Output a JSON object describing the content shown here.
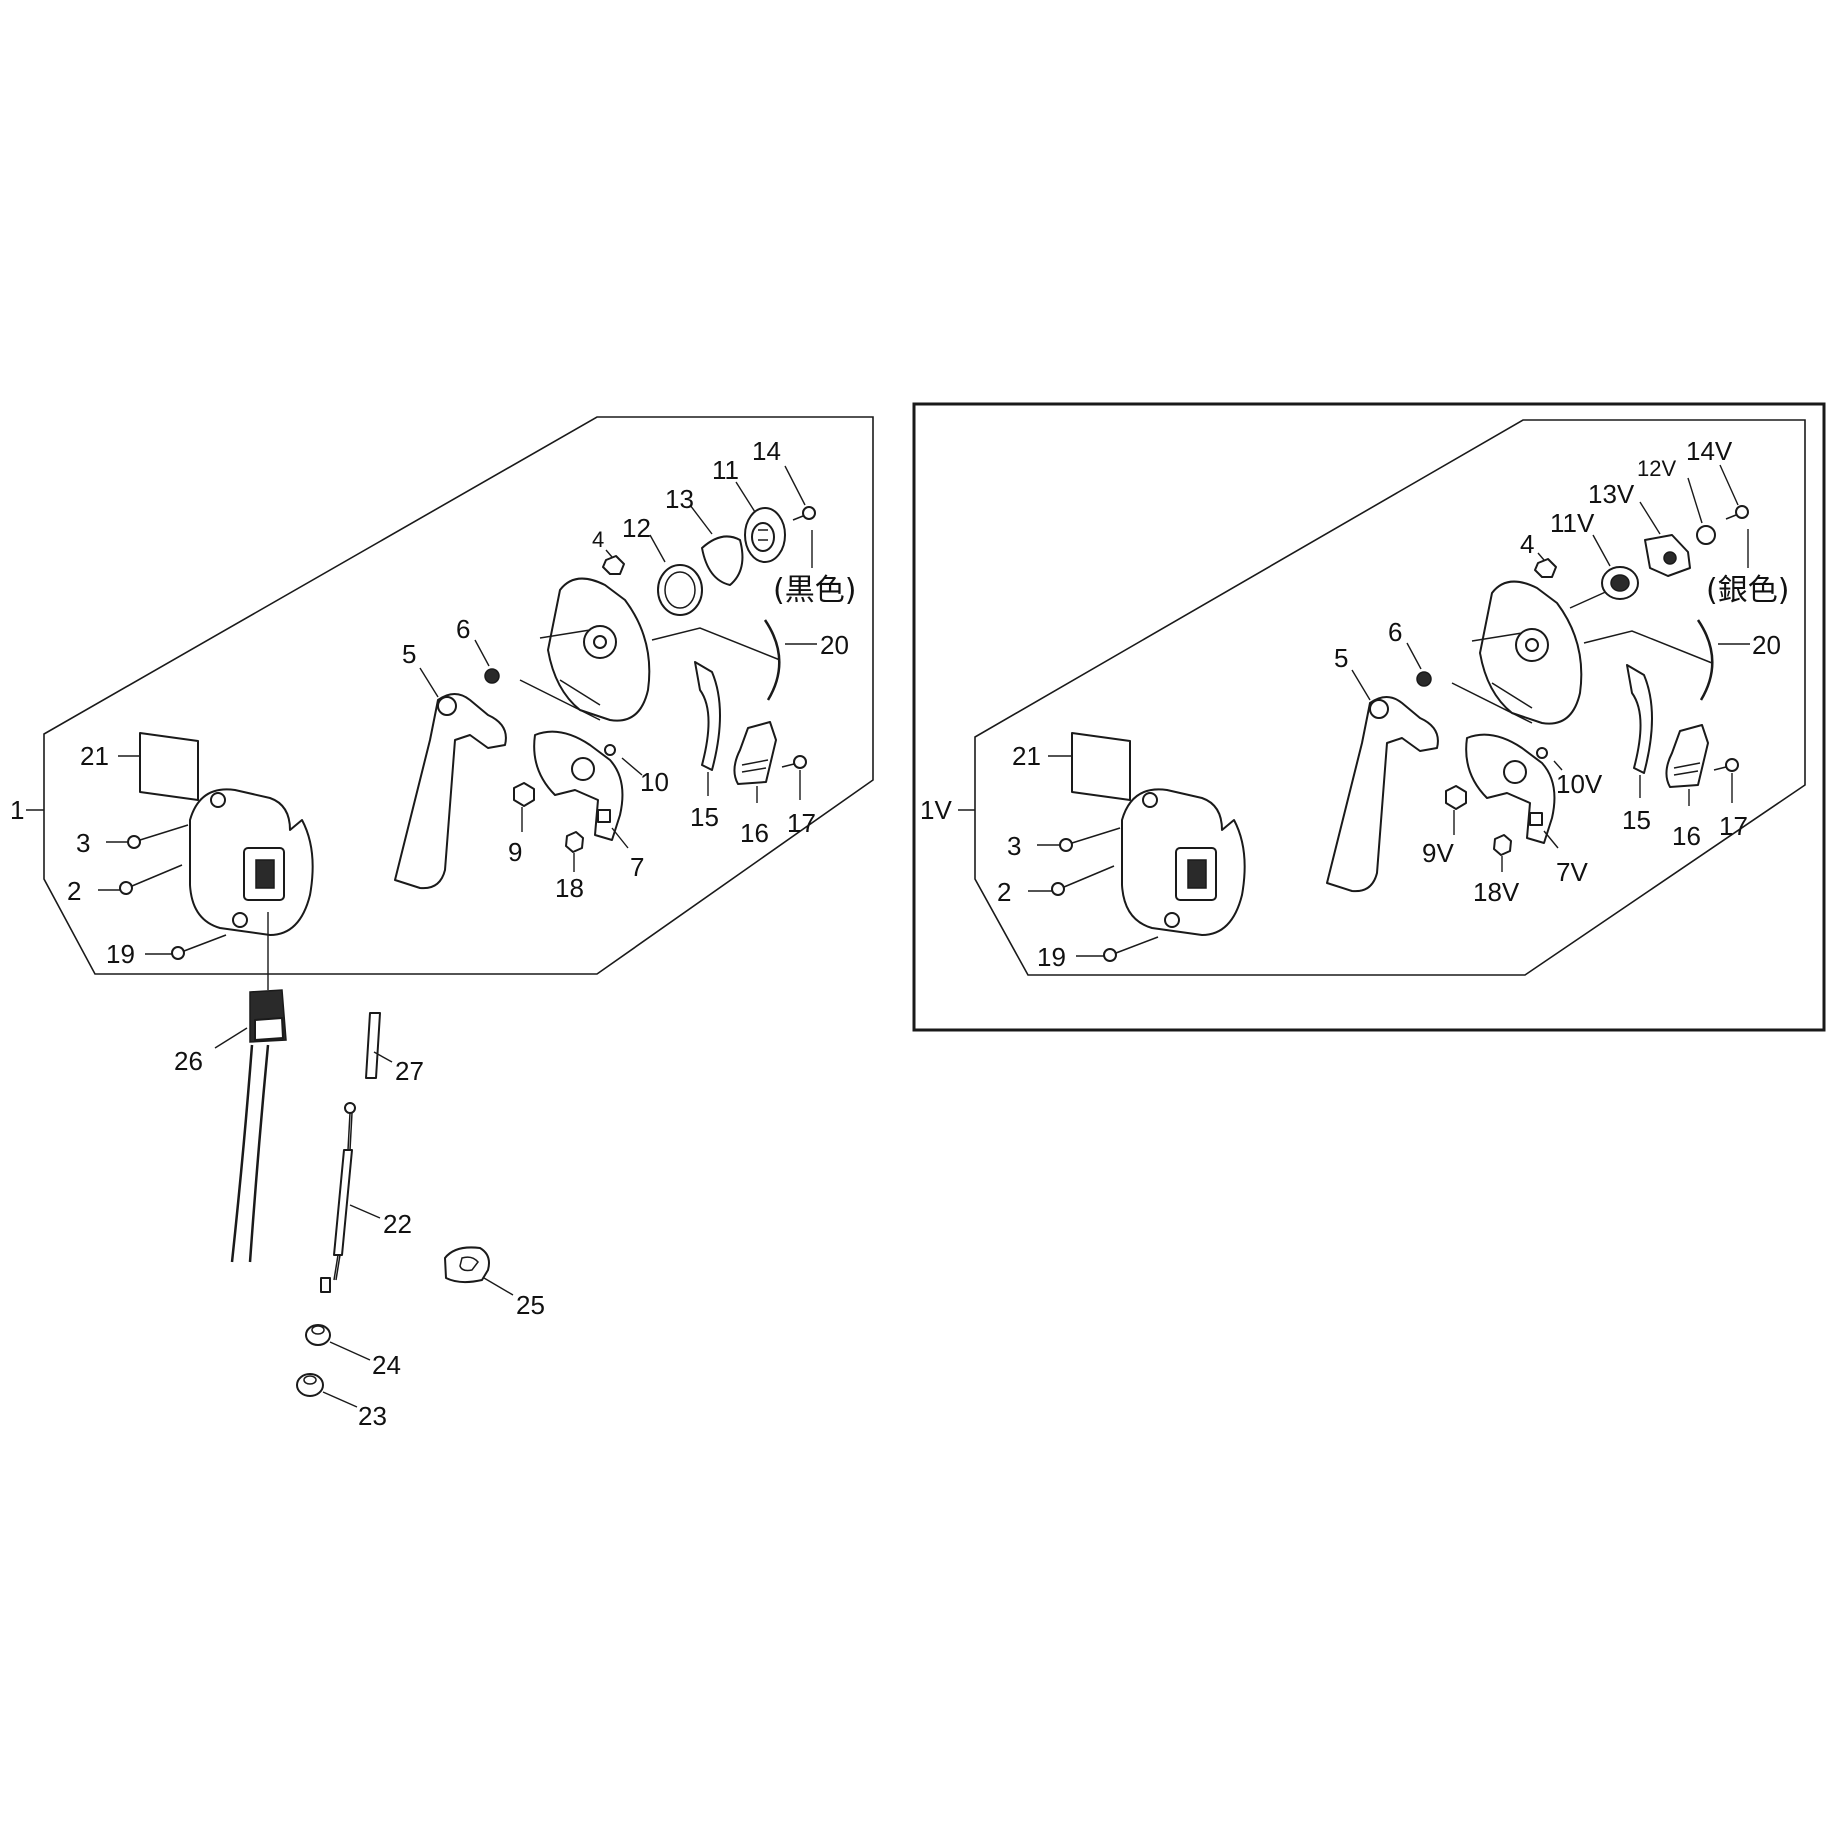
{
  "group_a": {
    "assembly": "1",
    "parts": {
      "p2": "2",
      "p3": "3",
      "p4": "4",
      "p5": "5",
      "p6": "6",
      "p7": "7",
      "p9": "9",
      "p10": "10",
      "p11": "11",
      "p12": "12",
      "p13": "13",
      "p14": "14",
      "p15": "15",
      "p16": "16",
      "p17": "17",
      "p18": "18",
      "p19": "19",
      "p20": "20",
      "p21": "21"
    },
    "color_note": "(黒色)"
  },
  "group_b": {
    "assembly": "1V",
    "parts": {
      "p2": "2",
      "p3": "3",
      "p4": "4",
      "p5": "5",
      "p6": "6",
      "p7": "7V",
      "p9": "9V",
      "p10": "10V",
      "p11": "11V",
      "p12": "12V",
      "p13": "13V",
      "p14": "14V",
      "p15": "15",
      "p16": "16",
      "p17": "17",
      "p18": "18V",
      "p19": "19",
      "p20": "20",
      "p21": "21"
    },
    "color_note": "(銀色)"
  },
  "loose_parts": {
    "p22": "22",
    "p23": "23",
    "p24": "24",
    "p25": "25",
    "p26": "26",
    "p27": "27"
  }
}
